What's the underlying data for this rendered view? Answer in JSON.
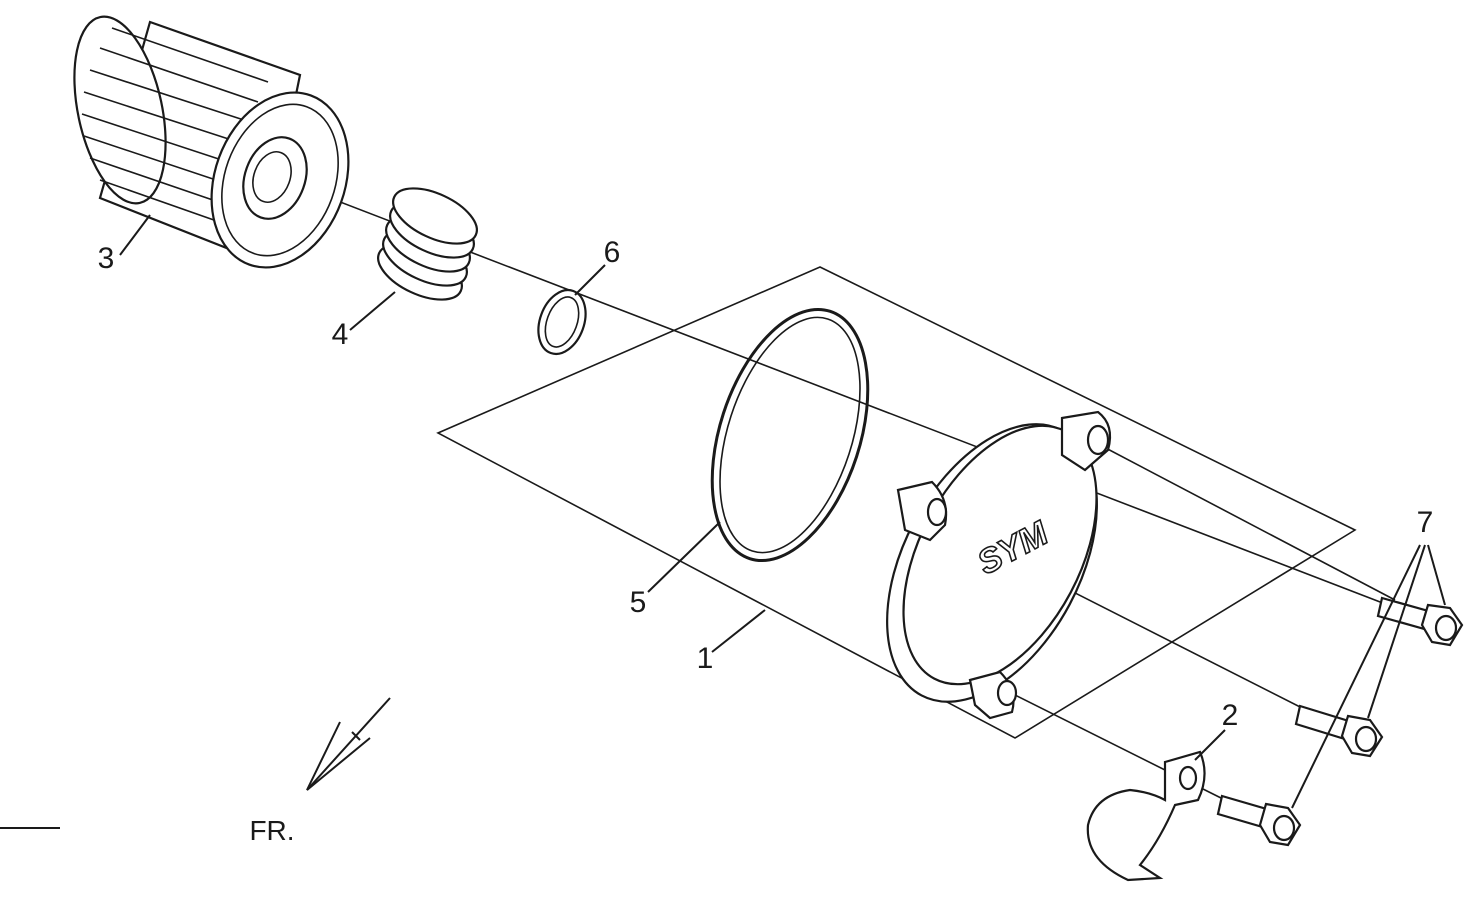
{
  "diagram": {
    "callouts": [
      {
        "id": "1",
        "label": "1"
      },
      {
        "id": "2",
        "label": "2"
      },
      {
        "id": "3",
        "label": "3"
      },
      {
        "id": "4",
        "label": "4"
      },
      {
        "id": "5",
        "label": "5"
      },
      {
        "id": "6",
        "label": "6"
      },
      {
        "id": "7",
        "label": "7"
      }
    ],
    "direction_label": "FR.",
    "cover_logo": "SYM"
  }
}
